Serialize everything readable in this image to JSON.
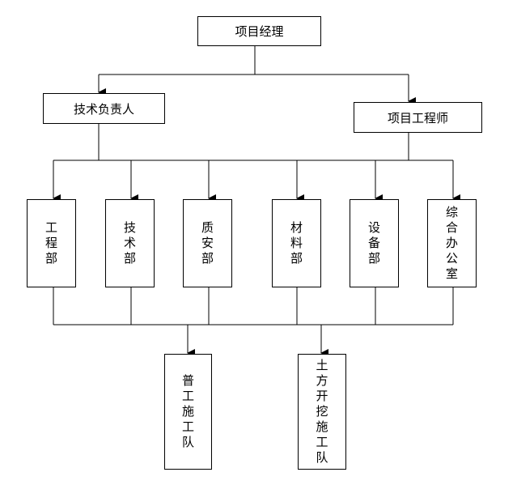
{
  "nodes": {
    "pm": "项目经理",
    "tech_lead": "技术负责人",
    "proj_eng": "项目工程师",
    "eng_dept": "工程部",
    "tech_dept": "技术部",
    "qs_dept": "质安部",
    "mat_dept": "材料部",
    "equip_dept": "设备部",
    "office": "综合办公室",
    "labor_team": "普工施工队",
    "earth_team": "土方开挖施工队"
  }
}
